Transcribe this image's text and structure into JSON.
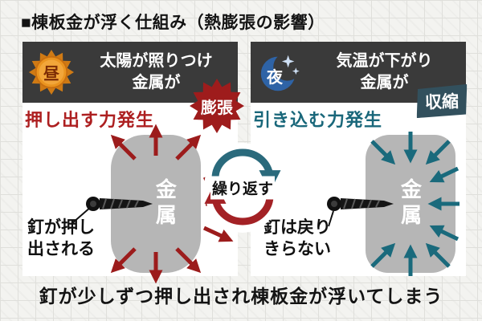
{
  "title": "■棟板金が浮く仕組み（熱膨張の影響）",
  "day": {
    "icon": "昼",
    "line1": "太陽が照りつけ",
    "line2": "金属が",
    "badge": "膨張",
    "force": "押し出す力発生",
    "metal": "金属",
    "note1": "釘が押し",
    "note2": "出される"
  },
  "night": {
    "icon": "夜",
    "line1": "気温が下がり",
    "line2": "金属が",
    "badge": "収縮",
    "force": "引き込む力発生",
    "metal": "金属",
    "note1": "釘は戻り",
    "note2": "きらない"
  },
  "cycle": "繰り返す",
  "caption": "釘が少しずつ押し出され棟板金が浮いてしまう",
  "colors": {
    "header_bg": "#3a3a3a",
    "day_accent": "#ad1f20",
    "night_accent": "#19677a",
    "expansion_badge_bg": "#9e1c1c",
    "contraction_badge_bg": "#32505d",
    "metal_gray": "#b6b6b6",
    "sun_orange": "#e8921f",
    "moon_blue": "#2e63a6"
  }
}
